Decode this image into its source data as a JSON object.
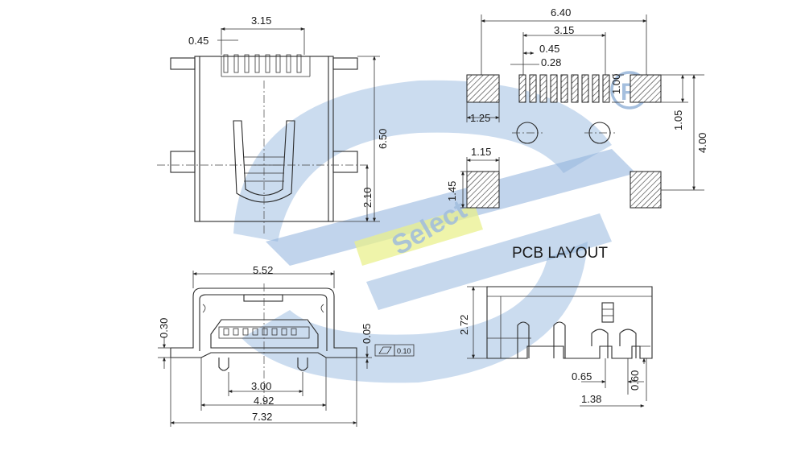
{
  "diagram": {
    "pcb_layout_title": "PCB LAYOUT",
    "watermark_text": "Select",
    "colors": {
      "line": "#2a2a2a",
      "watermark_blue": "#7aa3d6",
      "watermark_blue_light": "#a9c4e6",
      "watermark_yellow": "#e6ee7a",
      "background": "#ffffff"
    },
    "icons": [
      "registered-trademark-icon",
      "parallelism-symbol-icon"
    ],
    "top_view": {
      "pitch": "0.45",
      "pin_span": "3.15",
      "body_length": "6.50",
      "post_offset": "2.10"
    },
    "pcb_layout": {
      "overall_width": "6.40",
      "pin_span": "3.15",
      "pitch": "0.45",
      "pad_width": "0.28",
      "pad_length": "1.00",
      "mount_pad_width": "1.25",
      "mount_pad_height": "1.05",
      "mount_pad_spacing": "4.00",
      "lower_pad_width": "1.15",
      "lower_pad_height": "1.45"
    },
    "front_view": {
      "opening_width": "5.52",
      "tab_height": "0.30",
      "coplanarity_offset": "0.05",
      "flatness_tolerance": "0.10",
      "post_spacing": "3.00",
      "body_width": "4.92",
      "total_width": "7.32"
    },
    "side_view": {
      "height": "2.72",
      "post_spacing": "0.65",
      "tab_height": "0.60",
      "lead_length": "1.38"
    }
  }
}
